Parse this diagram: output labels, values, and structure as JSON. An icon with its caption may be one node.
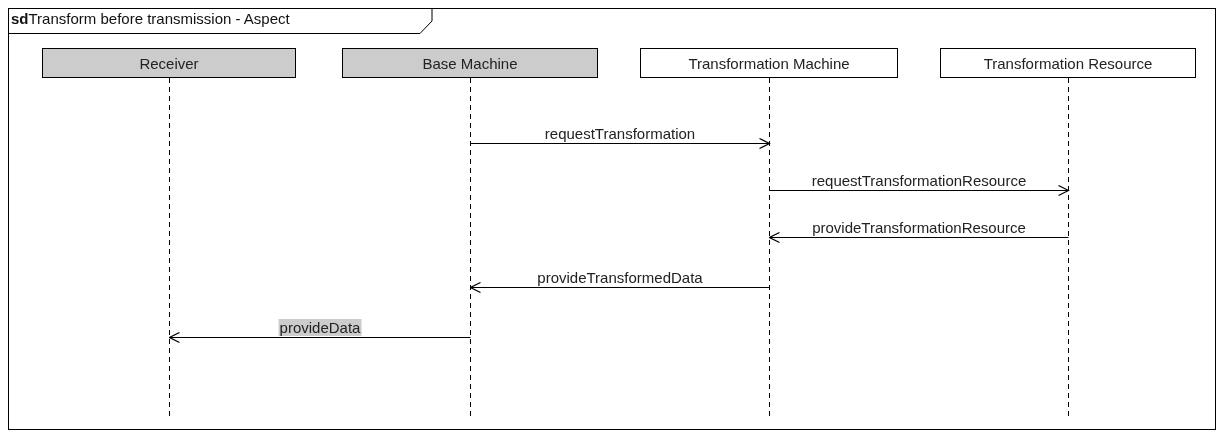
{
  "diagram": {
    "title": "**sd**Transform before transmission - Aspect",
    "nodes": [
      {
        "text": [
          "Receiver"
        ]
      },
      {
        "text": [
          "Base Machine"
        ]
      },
      {
        "text": [
          "Transformation Machine"
        ]
      },
      {
        "text": [
          "Transformation Resource"
        ]
      }
    ],
    "edges": [
      {
        "from": 1,
        "to": 2,
        "arrow": "to",
        "label": "requestTransformation"
      },
      {
        "from": 2,
        "to": 3,
        "arrow": "to",
        "label": "requestTransformationResource"
      },
      {
        "from": 3,
        "to": 2,
        "arrow": "to",
        "label": "provideTransformationResource"
      },
      {
        "from": 2,
        "to": 1,
        "arrow": "to",
        "label": "provideTransformedData"
      },
      {
        "from": 1,
        "to": 0,
        "arrow": "to",
        "label": "provideData"
      }
    ]
  }
}
